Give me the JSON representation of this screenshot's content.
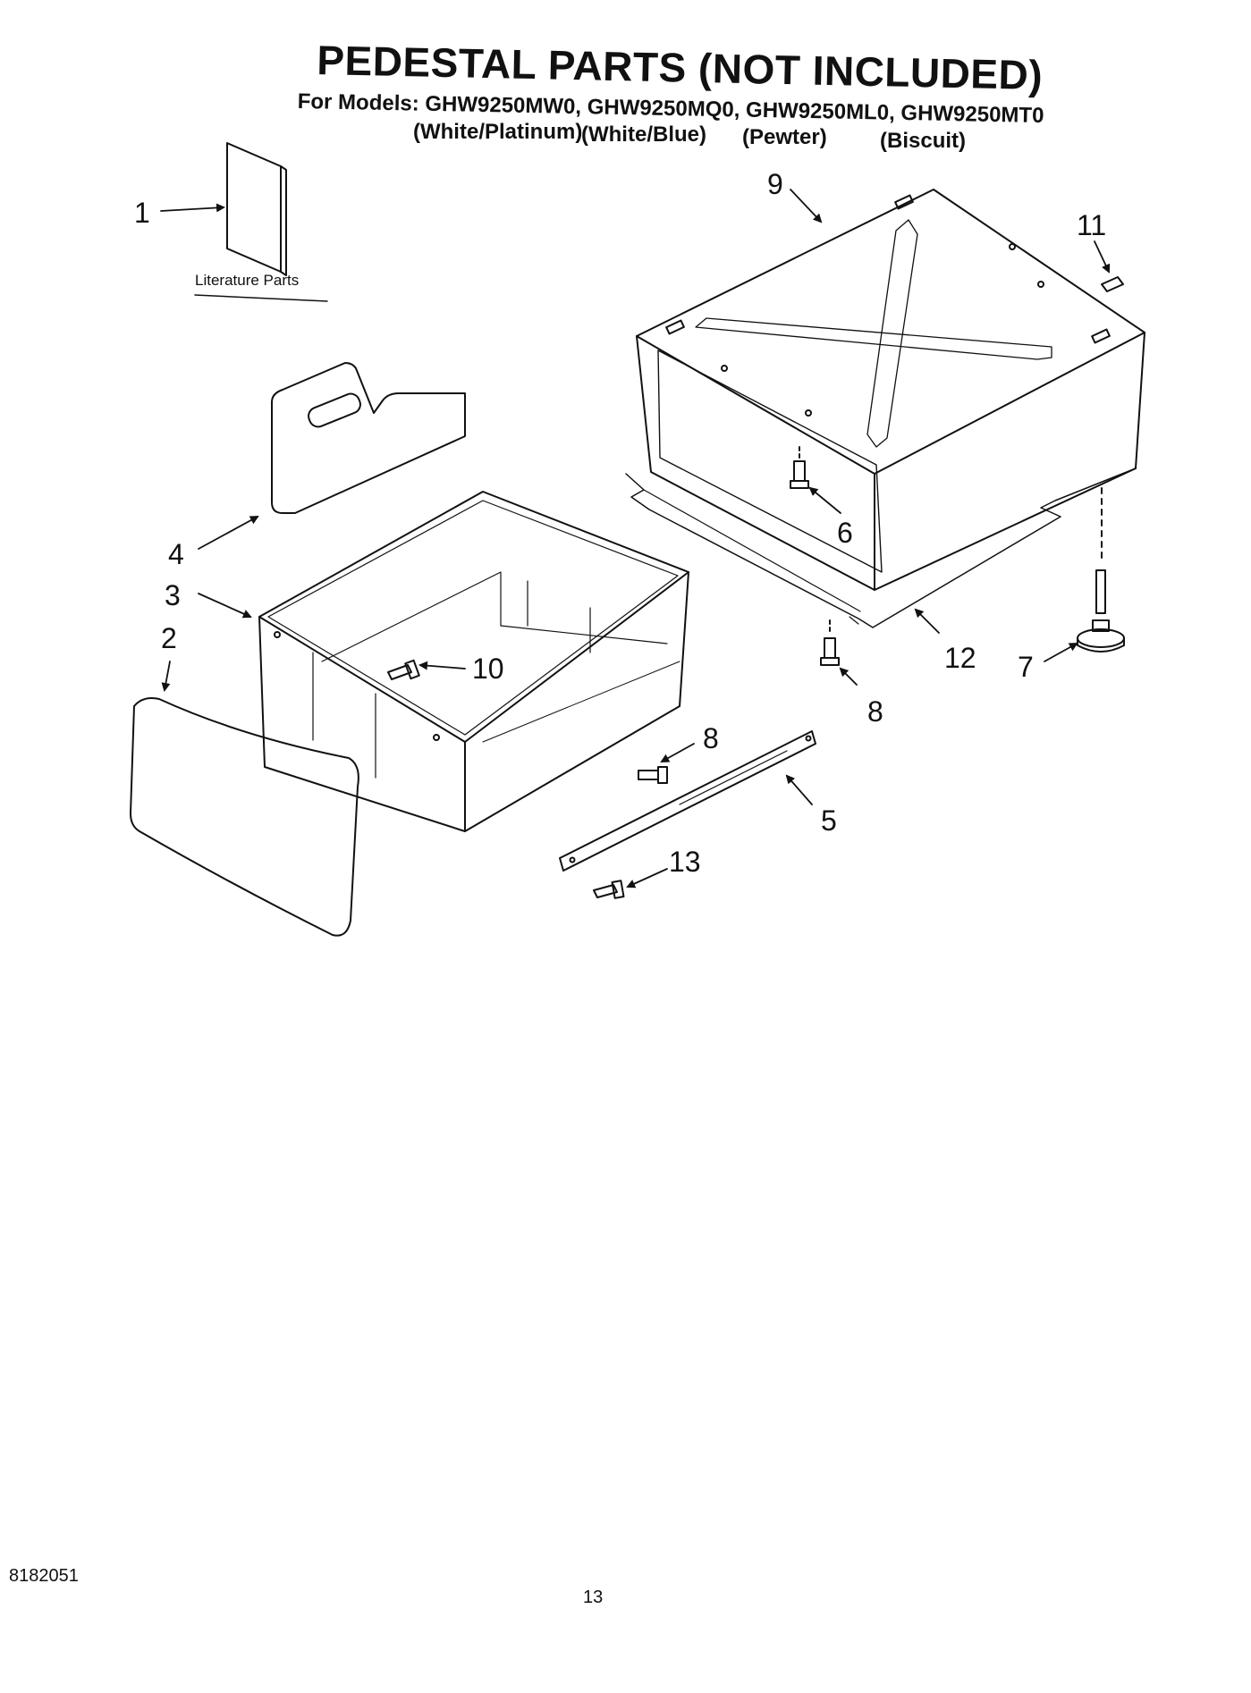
{
  "header": {
    "title": "PEDESTAL PARTS (NOT INCLUDED)",
    "models_line": "For Models: GHW9250MW0, GHW9250MQ0, GHW9250ML0, GHW9250MT0",
    "finishes": [
      "(White/Platinum)",
      "(White/Blue)",
      "(Pewter)",
      "(Biscuit)"
    ]
  },
  "literature_label": "Literature Parts",
  "callouts": [
    "1",
    "2",
    "3",
    "4",
    "5",
    "6",
    "7",
    "8",
    "8",
    "9",
    "10",
    "11",
    "12",
    "13"
  ],
  "footer": {
    "part_number": "8182051",
    "page_number": "13"
  }
}
